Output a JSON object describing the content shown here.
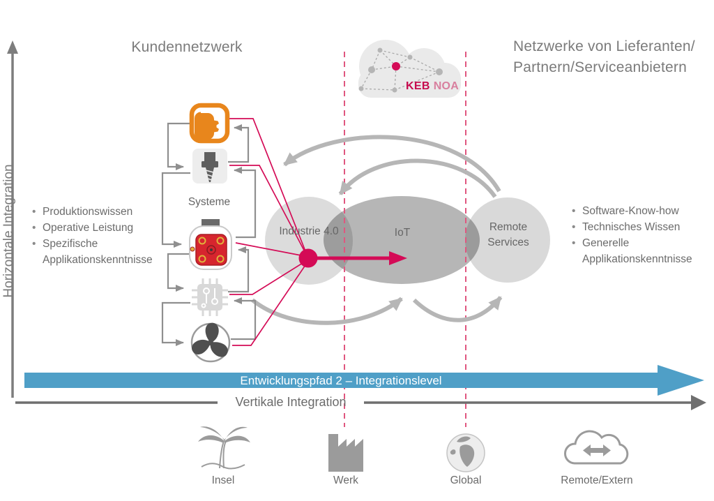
{
  "titles": {
    "customer_network": "Kundennetzwerk",
    "supplier_network_line1": "Netzwerke von Lieferanten/",
    "supplier_network_line2": "Partnern/Serviceanbietern"
  },
  "axes": {
    "vertical_label": "Horizontale Integration",
    "horizontal_label": "Vertikale Integration",
    "development_path": "Entwicklungspfad 2 – Integrationslevel"
  },
  "cloud_logo": {
    "brand": "KEB",
    "suffix": "NOA"
  },
  "left_column": {
    "bullets": [
      "Produktionswissen",
      "Operative Leistung",
      "Spezifische Applikationskenntnisse"
    ]
  },
  "right_column": {
    "bullets": [
      "Software-Know-how",
      "Technisches Wissen",
      "Generelle Applikationskenntnisse"
    ]
  },
  "systems_label": "Systeme",
  "venn": {
    "industrie": "Industrie 4.0",
    "iot": "IoT",
    "remote_line1": "Remote",
    "remote_line2": "Services"
  },
  "stages": [
    {
      "label": "Insel",
      "icon": "palm-icon"
    },
    {
      "label": "Werk",
      "icon": "factory-icon"
    },
    {
      "label": "Global",
      "icon": "globe-icon"
    },
    {
      "label": "Remote/Extern",
      "icon": "cloud-sync-icon"
    }
  ],
  "colors": {
    "accent_crimson": "#d40b56",
    "accent_blue": "#4f9fc7",
    "accent_orange": "#e8861c",
    "motor_red": "#d6252e",
    "dashed_pink": "#e0567f",
    "venn_light_gray": "#dcdcdc",
    "venn_dark_gray": "#b6b6b6",
    "arrow_gray": "#b6b6b6",
    "line_gray": "#8f8f8f",
    "text_gray": "#6b6b6b"
  }
}
